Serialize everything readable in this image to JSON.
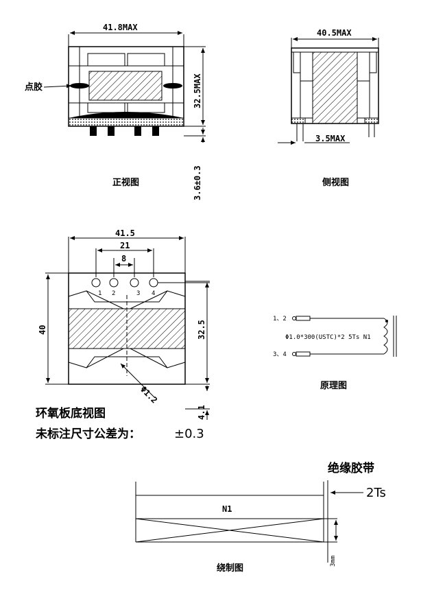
{
  "front": {
    "width_label": "41.8MAX",
    "height_label": "32.5MAX",
    "pin_label": "3.6±0.3",
    "glue_label": "点胶",
    "caption": "正视图"
  },
  "side": {
    "width_label": "40.5MAX",
    "pin_label": "3.5MAX",
    "caption": "侧视图"
  },
  "bottom": {
    "width_label": "41.5",
    "pitch_outer": "21",
    "pitch_inner": "8",
    "height_label": "40",
    "core_label": "32.5",
    "hole_label": "Φ1.2",
    "edge_label": "4.1",
    "pins": [
      "1",
      "2",
      "3",
      "4"
    ],
    "caption": "环氧板底视图",
    "tolerance_prefix": "未标注尺寸公差为：",
    "tolerance_value": "±0.3"
  },
  "schematic": {
    "terminal_top": "1、2",
    "terminal_bottom": "3、4",
    "winding": "Φ1.0*300(USTC)*2  5Ts N1",
    "caption": "原理图"
  },
  "winding": {
    "tape_label": "绝缘胶带",
    "turns_label": "2Ts",
    "winding_name": "N1",
    "margin_label": "3mm",
    "caption": "绕制图"
  }
}
